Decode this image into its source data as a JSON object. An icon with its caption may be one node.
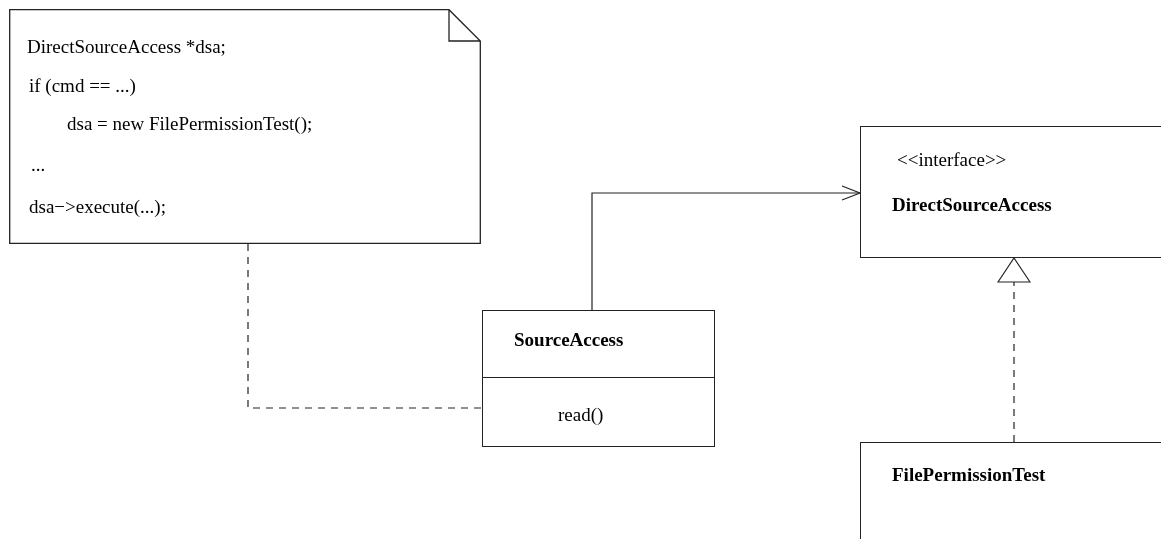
{
  "diagram": {
    "nodes": [
      {
        "text": [
          "DirectSourceAccess *dsa;",
          "if (cmd == ...)",
          "dsa = new FilePermissionTest();",
          "...",
          "dsa−>execute(...);"
        ]
      },
      {
        "text": [
          "SourceAccess",
          "read()"
        ]
      },
      {
        "text": [
          "<<interface>>",
          "DirectSourceAccess"
        ]
      },
      {
        "text": [
          "FilePermissionTest"
        ]
      }
    ],
    "edges": [
      {
        "from": 0,
        "to": 1,
        "arrow": "none",
        "style": "dashed"
      },
      {
        "from": 1,
        "to": 2,
        "arrow": "to"
      },
      {
        "from": 3,
        "to": 2,
        "arrow": "to",
        "style": "dashed"
      }
    ]
  }
}
